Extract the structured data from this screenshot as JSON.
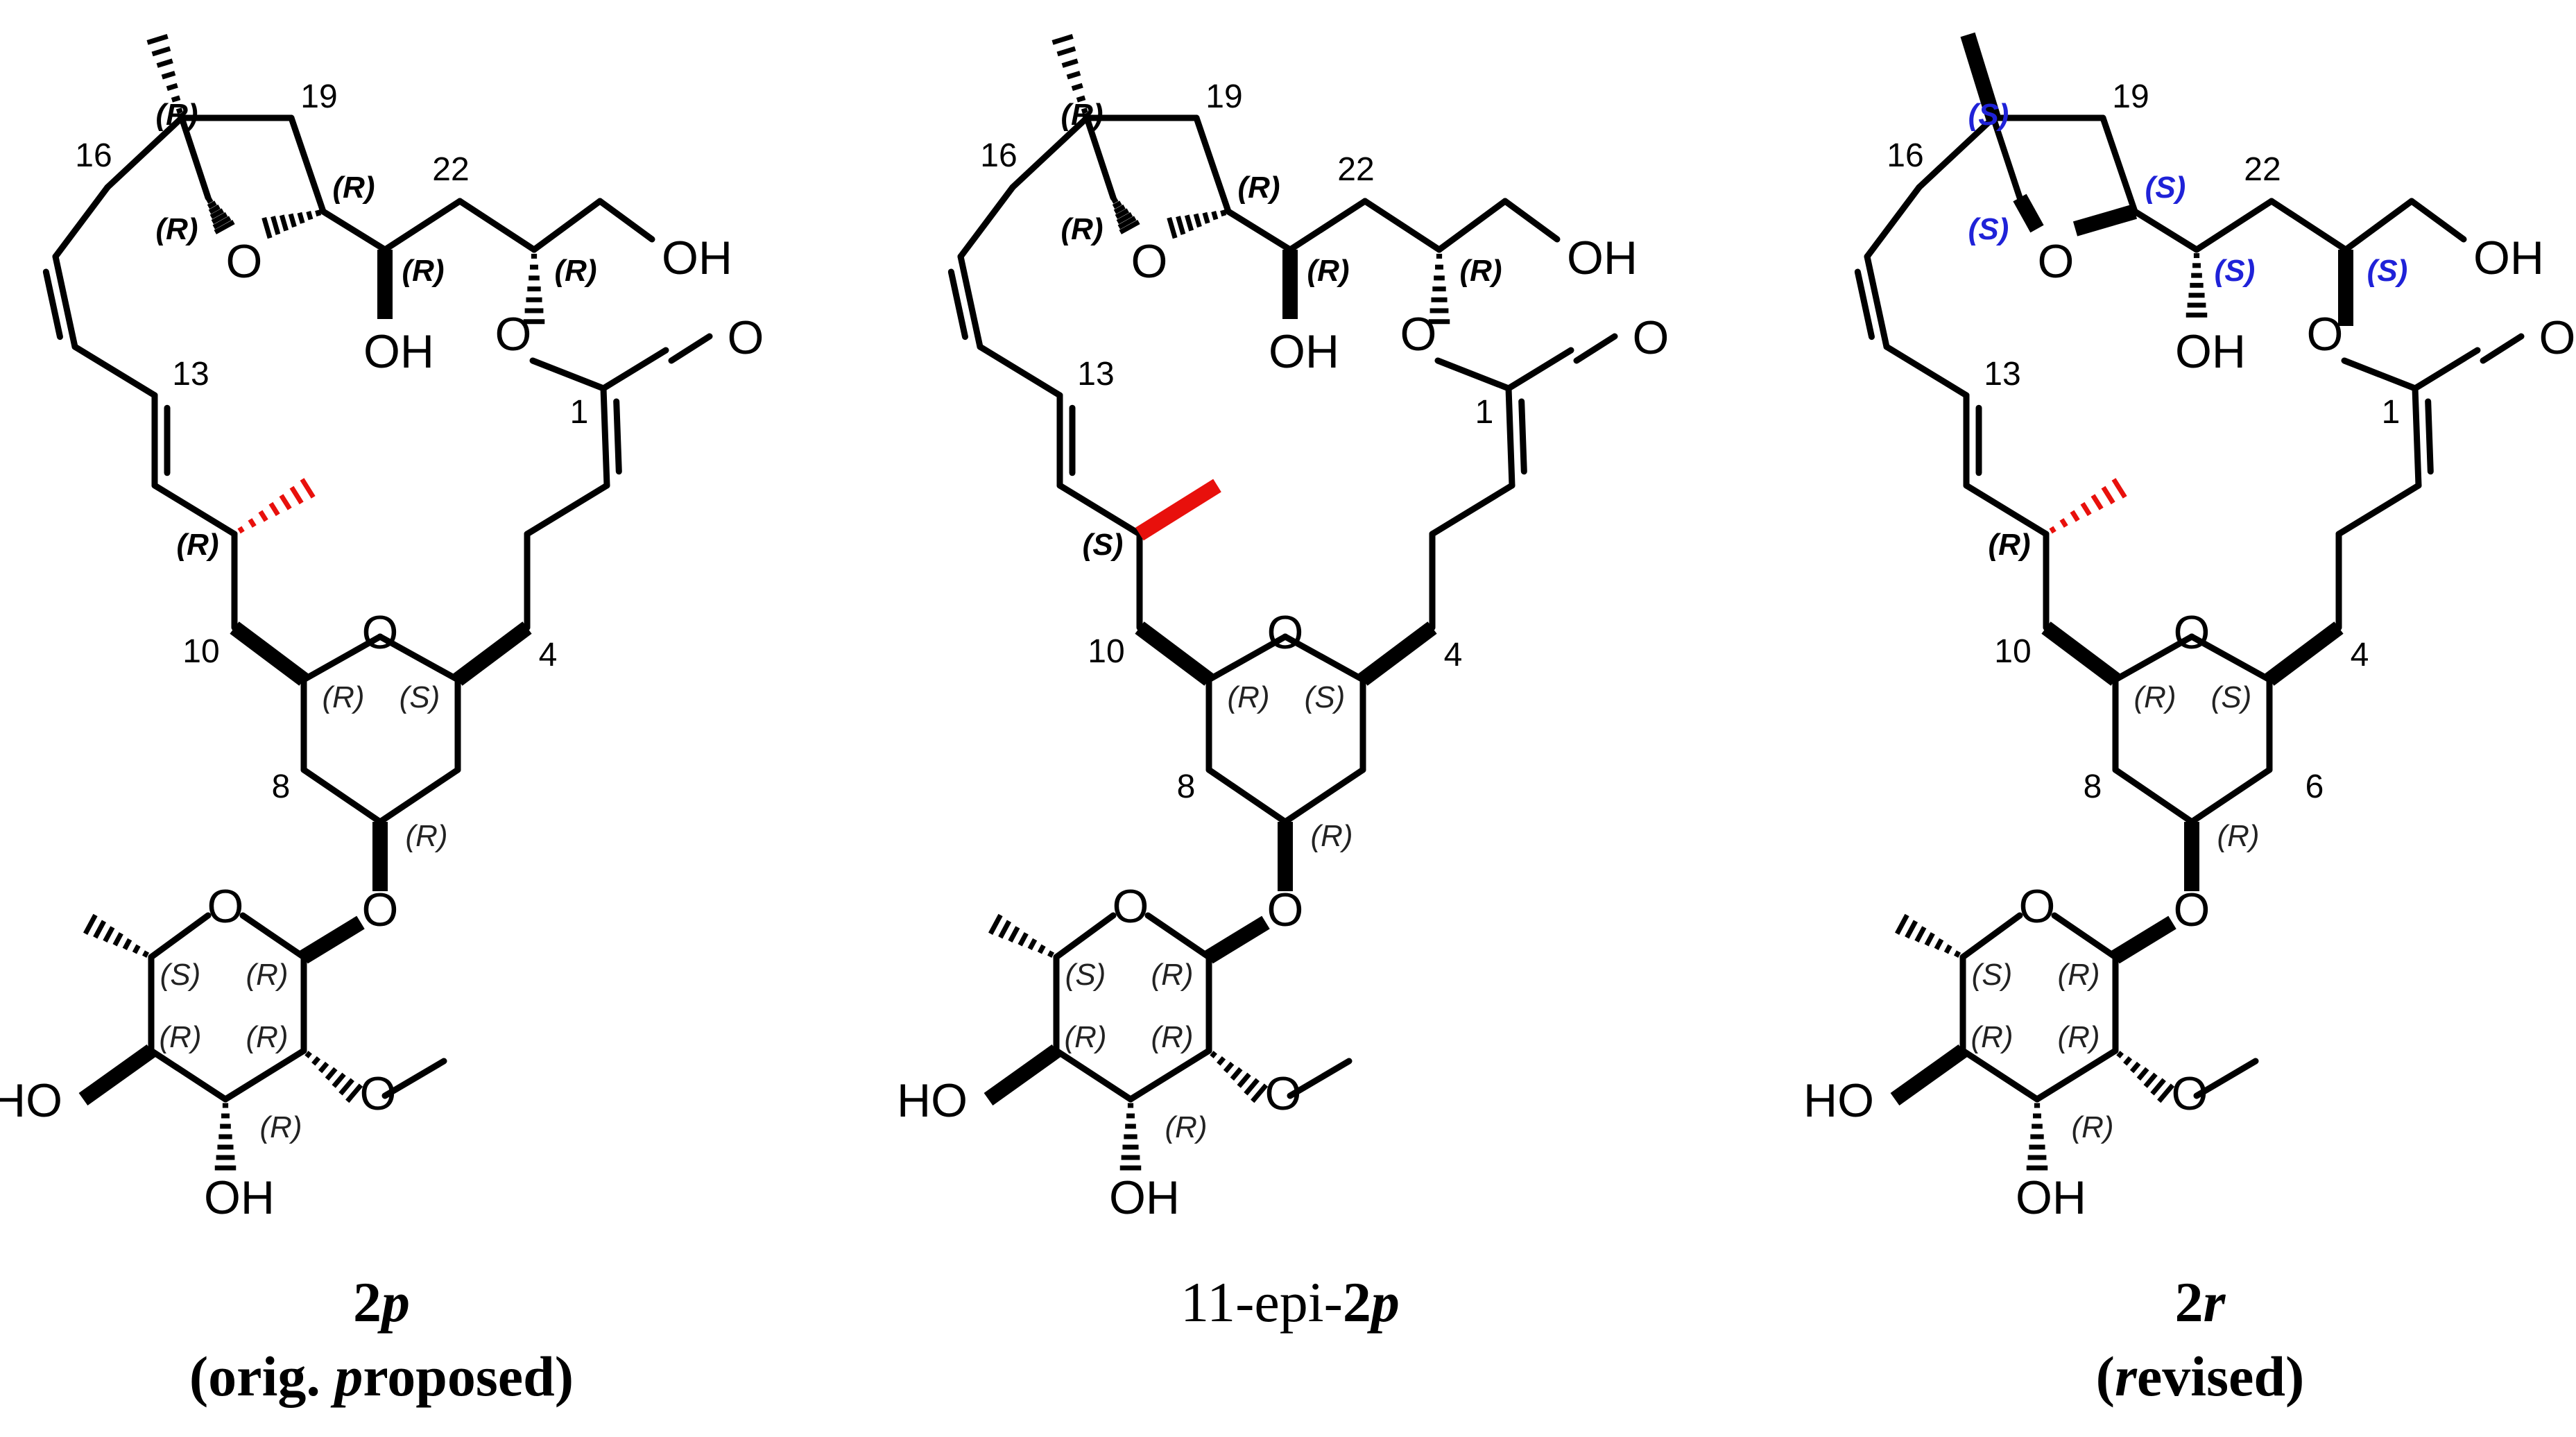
{
  "captions": [
    {
      "line1": "2p",
      "line2": "(orig. proposed)"
    },
    {
      "line1": "11-epi-2p",
      "line2": ""
    },
    {
      "line1": "2r",
      "line2": "(revised)"
    }
  ],
  "atoms": {
    "oxygen": "O",
    "hydroxyl": "OH",
    "hydroxyl_left": "HO"
  },
  "locants": [
    "1",
    "4",
    "6",
    "8",
    "10",
    "13",
    "16",
    "19",
    "22"
  ],
  "descriptors": {
    "R": "(R)",
    "S": "(S)"
  },
  "structures": [
    {
      "c11": "(R)",
      "c15": "(R)",
      "c18": "(R)",
      "c20": "(R)",
      "c21": "(R)",
      "c23": "(R)",
      "c7": "(R)",
      "c9": "(R)",
      "c5": "(S)",
      "sugar": [
        "(S)",
        "(R)",
        "(R)",
        "(R)",
        "(R)"
      ],
      "c11_methyl": "hash-red"
    },
    {
      "c11": "(S)",
      "c15": "(R)",
      "c18": "(R)",
      "c20": "(R)",
      "c21": "(R)",
      "c23": "(R)",
      "c7": "(R)",
      "c9": "(R)",
      "c5": "(S)",
      "sugar": [
        "(S)",
        "(R)",
        "(R)",
        "(R)",
        "(R)"
      ],
      "c11_methyl": "wedge-red"
    },
    {
      "c11": "(R)",
      "c15": "(S)",
      "c18": "(S)",
      "c20": "(S)",
      "c21": "(S)",
      "c23": "(S)",
      "c7": "(R)",
      "c9": "(R)",
      "c5": "(S)",
      "sugar": [
        "(S)",
        "(R)",
        "(R)",
        "(R)",
        "(R)"
      ],
      "c11_methyl": "hash-red"
    }
  ],
  "colors": {
    "highlight_bond": "#e8100c",
    "revised_descriptor": "#1f22d8",
    "bond": "#000000"
  }
}
